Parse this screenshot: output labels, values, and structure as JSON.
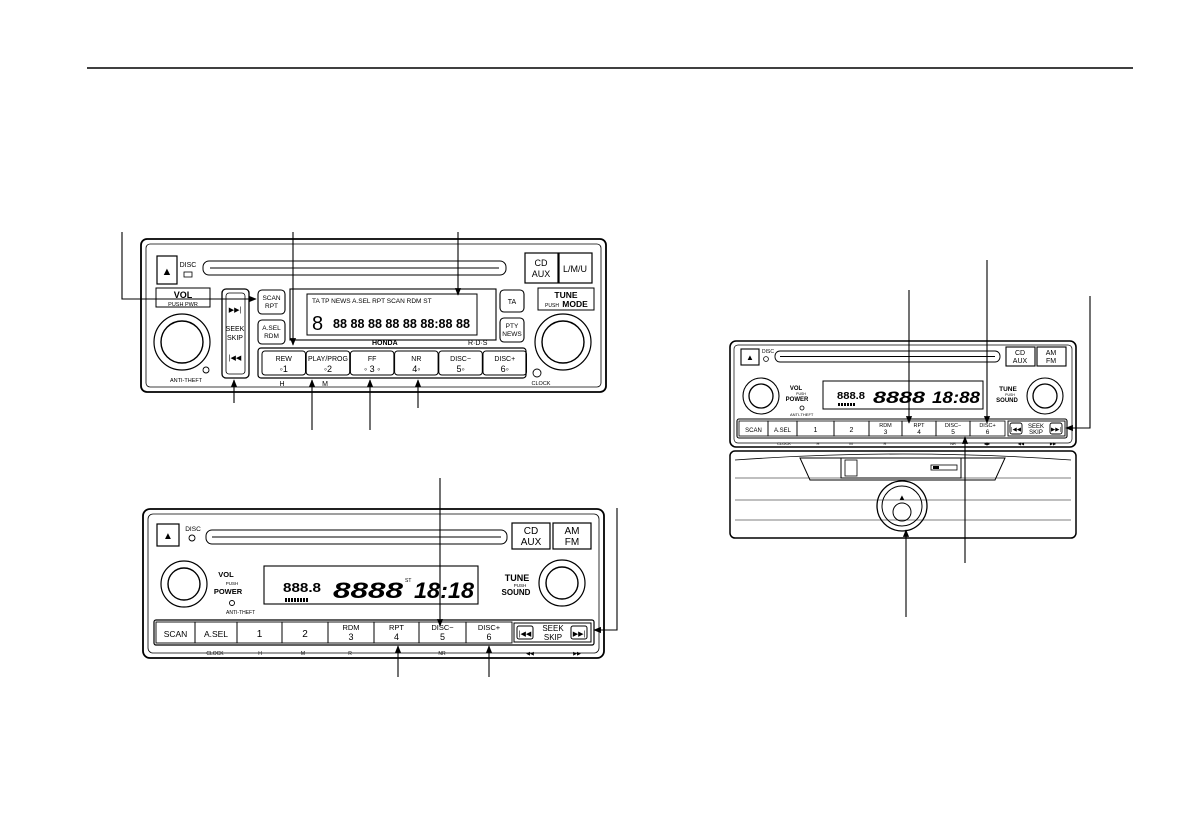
{
  "radio_a": {
    "eject_symbol": "▲",
    "disc_label": "DISC",
    "cd_aux": [
      "CD",
      "AUX"
    ],
    "band": "L/M/U",
    "vol": "VOL",
    "vol_sub": "PUSH PWR",
    "scan_rpt": [
      "SCAN",
      "RPT"
    ],
    "asel_rdm": [
      "A.SEL",
      "RDM"
    ],
    "seek_skip": [
      "SEEK",
      "SKIP"
    ],
    "skip_fwd": "▶▶|",
    "skip_back": "|◀◀",
    "ta": "TA",
    "pty_news": [
      "PTY",
      "NEWS"
    ],
    "tune": "TUNE",
    "tune_sub": "PUSH",
    "mode": "MODE",
    "display_indicators": "TA TP NEWS A.SEL RPT SCAN RDM ST",
    "display_big": "8",
    "display_digits": "88 88 88 88 88 88:88 88",
    "brand": "HONDA",
    "rds": "R·D·S",
    "presets": [
      {
        "top": "REW",
        "bottom": "◦1"
      },
      {
        "top": "PLAY/PROG",
        "bottom": "◦2"
      },
      {
        "top": "FF",
        "bottom": "◦ 3 ◦"
      },
      {
        "top": "NR",
        "bottom": "4◦"
      },
      {
        "top": "DISC−",
        "bottom": "5◦"
      },
      {
        "top": "DISC+",
        "bottom": "6◦"
      }
    ],
    "sub_h": "H",
    "sub_m": "M",
    "anti_theft": "ANTI-THEFT",
    "clock": "CLOCK"
  },
  "radio_b": {
    "eject_symbol": "▲",
    "disc_label": "DISC",
    "cd_aux": [
      "CD",
      "AUX"
    ],
    "am_fm": [
      "AM",
      "FM"
    ],
    "vol": "VOL",
    "push": "PUSH",
    "power": "POWER",
    "tune": "TUNE",
    "sound": "SOUND",
    "display_left": "888.8",
    "display_mid": "8888",
    "display_right": "18:18",
    "display_flag": "ST",
    "anti_theft": "ANTI-THEFT",
    "buttons": [
      {
        "top": "",
        "bottom": "SCAN"
      },
      {
        "top": "",
        "bottom": "A.SEL"
      },
      {
        "top": "",
        "bottom": "1"
      },
      {
        "top": "",
        "bottom": "2"
      },
      {
        "top": "RDM",
        "bottom": "3"
      },
      {
        "top": "RPT",
        "bottom": "4"
      },
      {
        "top": "DISC−",
        "bottom": "5"
      },
      {
        "top": "DISC+",
        "bottom": "6"
      }
    ],
    "seek_skip": [
      "SEEK",
      "SKIP"
    ],
    "skip_back": "|◀◀",
    "skip_fwd": "▶▶|",
    "sublabels": [
      "CLOCK",
      "H",
      "M",
      "R",
      "NR",
      "◀◀",
      "▶▶"
    ]
  },
  "radio_c": {
    "eject_symbol": "▲",
    "disc_label": "DISC",
    "cd_aux": [
      "CD",
      "AUX"
    ],
    "am_fm": [
      "AM",
      "FM"
    ],
    "vol": "VOL",
    "push": "PUSH",
    "power": "POWER",
    "tune": "TUNE",
    "sound": "SOUND",
    "display_left": "888.8",
    "display_mid": "8888",
    "display_right": "18:88",
    "anti_theft": "ANTI-THEFT",
    "buttons": [
      {
        "top": "",
        "bottom": "SCAN"
      },
      {
        "top": "",
        "bottom": "A.SEL"
      },
      {
        "top": "",
        "bottom": "1"
      },
      {
        "top": "",
        "bottom": "2"
      },
      {
        "top": "RDM",
        "bottom": "3"
      },
      {
        "top": "RPT",
        "bottom": "4"
      },
      {
        "top": "DISC−",
        "bottom": "5"
      },
      {
        "top": "DISC+",
        "bottom": "6"
      }
    ],
    "seek_skip": [
      "SEEK",
      "SKIP"
    ],
    "skip_back": "|◀◀",
    "skip_fwd": "▶▶|",
    "sublabels": [
      "CLOCK",
      "H",
      "M",
      "R",
      "NR",
      "◀▶",
      "◀◀",
      "▶▶"
    ],
    "cassette_eject": "▲"
  }
}
